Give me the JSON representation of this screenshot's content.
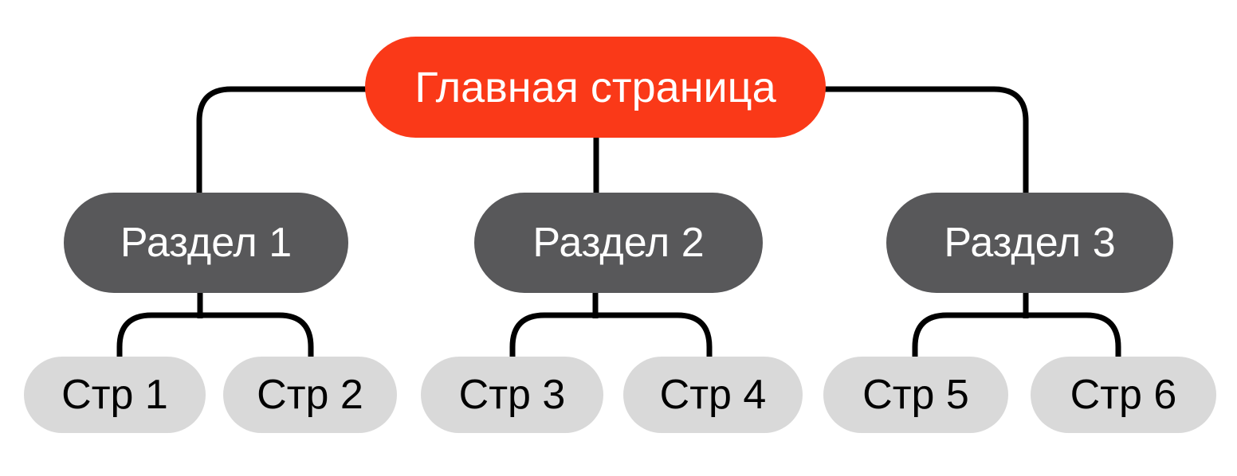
{
  "diagram": {
    "root": {
      "label": "Главная страница"
    },
    "sections": [
      {
        "label": "Раздел 1"
      },
      {
        "label": "Раздел 2"
      },
      {
        "label": "Раздел 3"
      }
    ],
    "pages": [
      {
        "label": "Стр 1"
      },
      {
        "label": "Стр 2"
      },
      {
        "label": "Стр 3"
      },
      {
        "label": "Стр 4"
      },
      {
        "label": "Стр 5"
      },
      {
        "label": "Стр 6"
      }
    ],
    "colors": {
      "root_bg": "#FA3918",
      "root_text": "#FFFFFF",
      "section_bg": "#58585A",
      "section_text": "#FFFFFF",
      "page_bg": "#D9D9D9",
      "page_text": "#000000",
      "connector": "#000000",
      "background": "#FFFFFF"
    }
  }
}
